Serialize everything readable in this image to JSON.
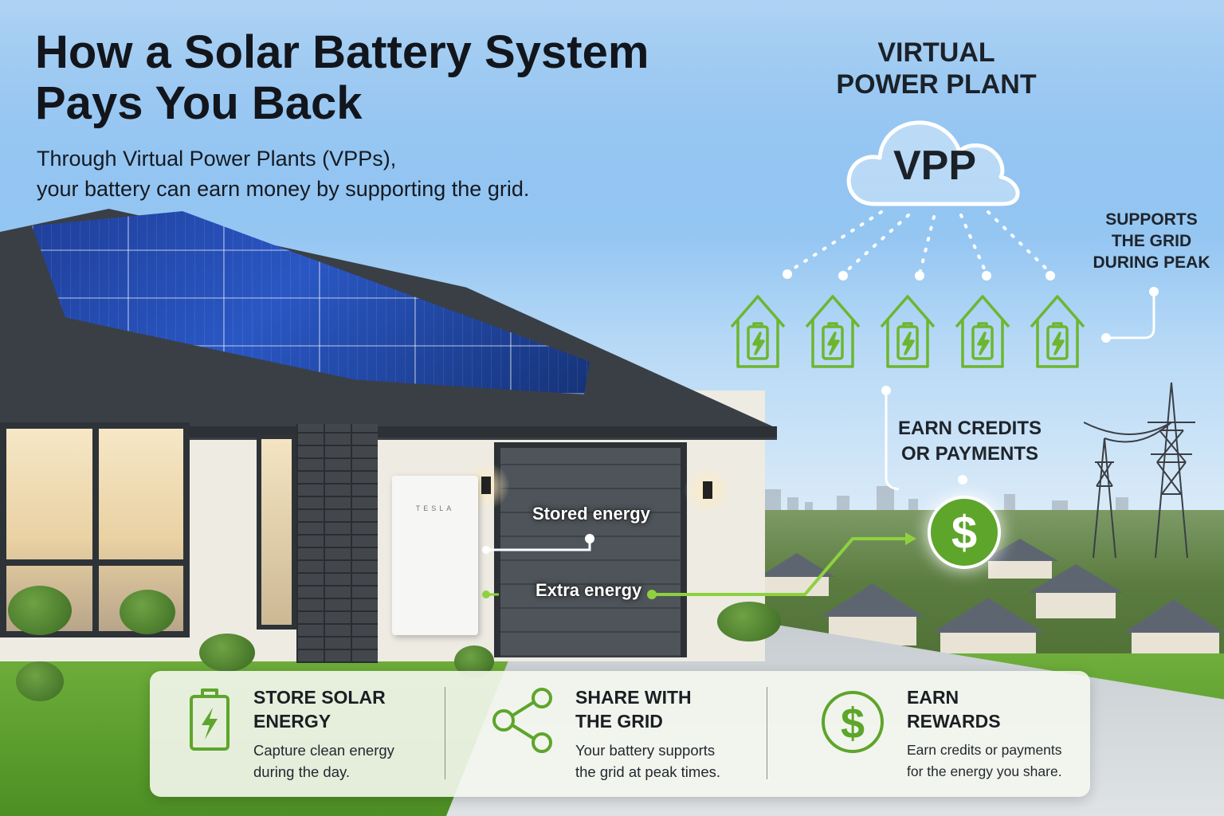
{
  "headline": {
    "title_line1": "How a Solar Battery System",
    "title_line2": "Pays You Back",
    "subtitle_line1": "Through Virtual Power Plants (VPPs),",
    "subtitle_line2": "your battery can earn money by supporting the grid."
  },
  "vpp": {
    "label_line1": "VIRTUAL",
    "label_line2": "POWER PLANT",
    "cloud_text": "VPP",
    "supports_line1": "SUPPORTS",
    "supports_line2": "THE GRID",
    "supports_line3": "DURING PEAK",
    "earn_line1": "EARN CREDITS",
    "earn_line2": "OR PAYMENTS",
    "coin_symbol": "$",
    "home_count": 5
  },
  "house": {
    "battery_brand": "TESLA",
    "stored_energy": "Stored energy",
    "extra_energy": "Extra energy"
  },
  "features": [
    {
      "icon": "battery-bolt-icon",
      "title_line1": "STORE SOLAR",
      "title_line2": "ENERGY",
      "desc_line1": "Capture clean energy",
      "desc_line2": "during the day."
    },
    {
      "icon": "share-icon",
      "title_line1": "SHARE WITH",
      "title_line2": "THE GRID",
      "desc_line1": "Your battery supports",
      "desc_line2": "the grid at peak times."
    },
    {
      "icon": "dollar-coin-icon",
      "title_line1": "EARN",
      "title_line2": "REWARDS",
      "desc_line1": "Earn credits or payments",
      "desc_line2": "for the energy you share."
    }
  ],
  "colors": {
    "accent_green": "#5ea52b",
    "title_dark": "#12161c",
    "solar_blue": "#2a57c4"
  }
}
